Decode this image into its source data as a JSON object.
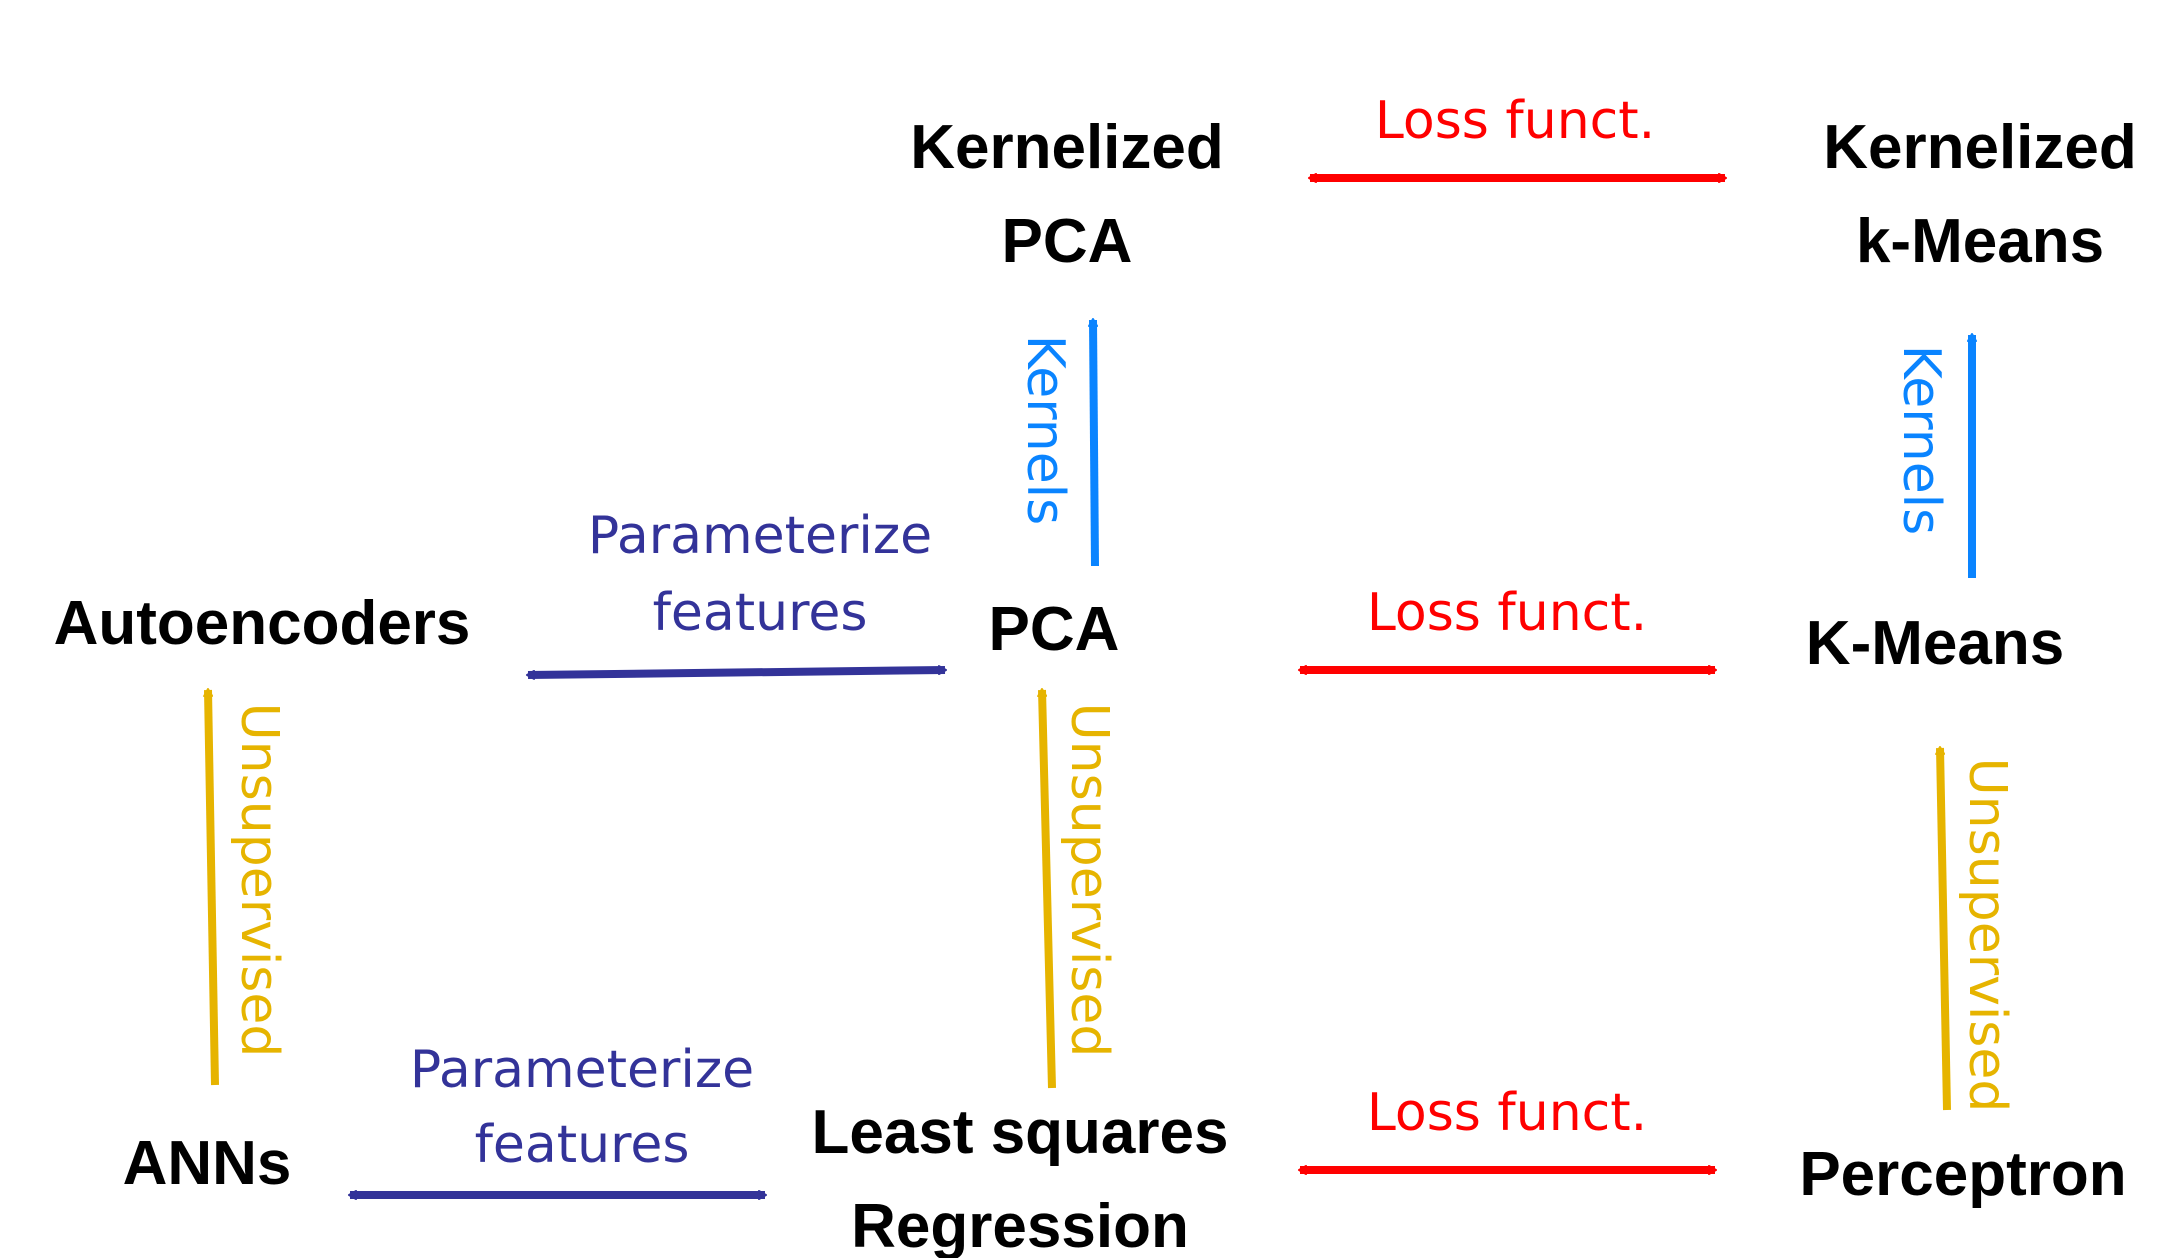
{
  "colors": {
    "node_text": "#000000",
    "loss_function": "#ff0000",
    "parameterize_features": "#333399",
    "kernels": "#0a84ff",
    "unsupervised": "#e6b400"
  },
  "nodes": {
    "kernelized_pca": {
      "line1": "Kernelized",
      "line2": "PCA"
    },
    "kernelized_kmeans": {
      "line1": "Kernelized",
      "line2": "k-Means"
    },
    "autoencoders": {
      "line1": "Autoencoders"
    },
    "pca": {
      "line1": "PCA"
    },
    "kmeans": {
      "line1": "K-Means"
    },
    "anns": {
      "line1": "ANNs"
    },
    "least_squares": {
      "line1": "Least squares",
      "line2": "Regression"
    },
    "perceptron": {
      "line1": "Perceptron"
    }
  },
  "edges": {
    "loss_top": {
      "label": "Loss funct."
    },
    "loss_middle": {
      "label": "Loss funct."
    },
    "loss_bottom": {
      "label": "Loss funct."
    },
    "param_middle": {
      "line1": "Parameterize",
      "line2": "features"
    },
    "param_bottom": {
      "line1": "Parameterize",
      "line2": "features"
    },
    "kernels_pca": {
      "label": "Kernels"
    },
    "kernels_kmeans": {
      "label": "Kernels"
    },
    "unsup_autoencoders": {
      "label": "Unsupervised"
    },
    "unsup_pca": {
      "label": "Unsupervised"
    },
    "unsup_kmeans": {
      "label": "Unsupervised"
    }
  }
}
